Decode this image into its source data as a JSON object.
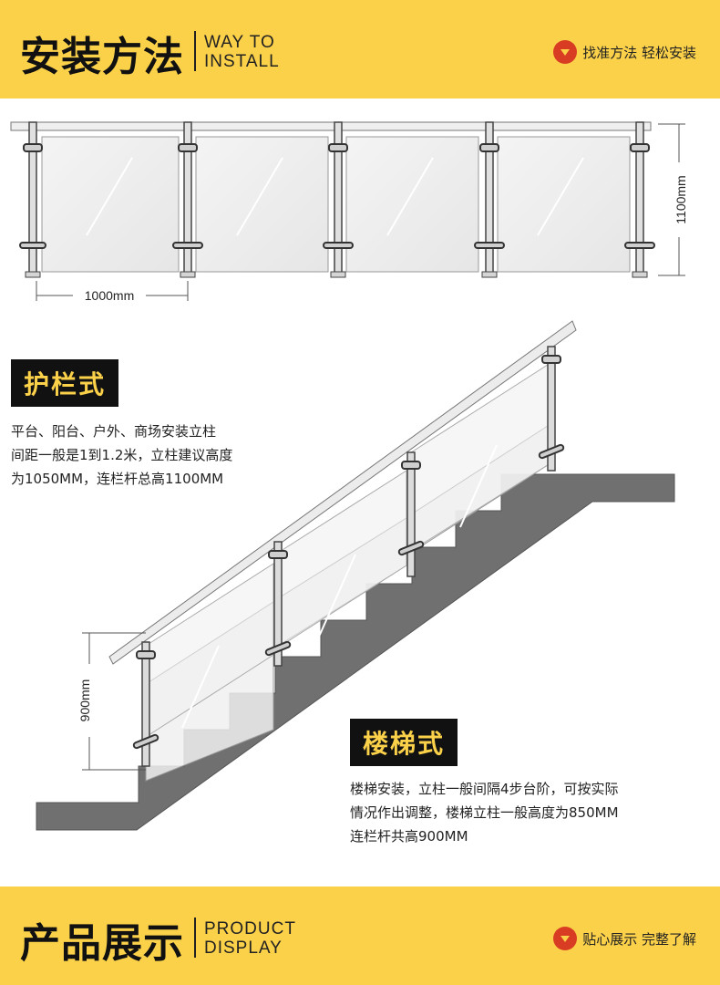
{
  "top_banner": {
    "title_cn": "安装方法",
    "title_en_line1": "WAY TO",
    "title_en_line2": "INSTALL",
    "tagline": "找准方法 轻松安装",
    "icon": "chevron-down-icon"
  },
  "flat_diagram": {
    "width_label": "1000mm",
    "height_label": "1100mm"
  },
  "guardrail": {
    "label": "护栏式",
    "desc_line1": "平台、阳台、户外、商场安装立柱",
    "desc_line2": "间距一般是1到1.2米，立柱建议高度",
    "desc_line3": "为1050MM，连栏杆总高1100MM"
  },
  "stair_diagram": {
    "height_label": "900mm"
  },
  "stair": {
    "label": "楼梯式",
    "desc_line1": "楼梯安装，立柱一般间隔4步台阶，可按实际",
    "desc_line2": "情况作出调整，楼梯立柱一般高度为850MM",
    "desc_line3": "连栏杆共高900MM"
  },
  "bottom_banner": {
    "title_cn": "产品展示",
    "title_en_line1": "PRODUCT",
    "title_en_line2": "DISPLAY",
    "tagline": "贴心展示 完整了解",
    "icon": "chevron-down-icon"
  },
  "colors": {
    "banner": "#fcd14a",
    "icon": "#d83c22",
    "label_bg": "#111111",
    "stair": "#6e6e6e"
  }
}
